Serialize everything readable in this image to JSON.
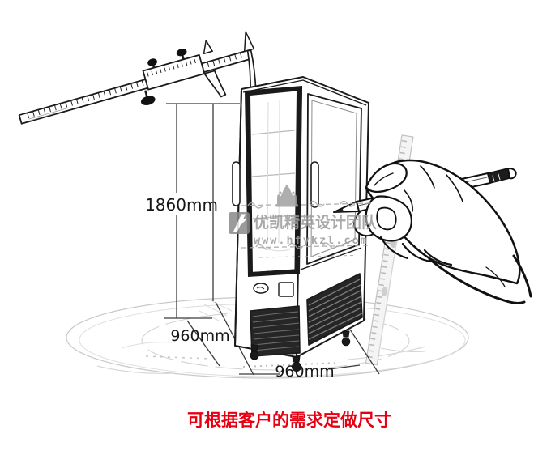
{
  "figure": {
    "dimension_labels": {
      "height": "1860mm",
      "depth": "960mm",
      "width": "960mm"
    },
    "watermark": {
      "brand_text": "优凯精英设计团队",
      "website": "www.hfykzl.com",
      "color": "#9b9b9b",
      "icons": [
        "crown-icon",
        "flourish-ornament-icon",
        "brand-logo-icon"
      ]
    },
    "caption": {
      "text": "可根据客户的需求定做尺寸",
      "color": "#e60012"
    },
    "illustration_parts": [
      "vernier-caliper-sketch",
      "glass-display-cabinet-sketch",
      "hand-holding-pencil-sketch",
      "ruler-sketch",
      "ground-ellipse-sketch"
    ],
    "colors": {
      "line_art": "#1a1a1a",
      "dimension_lines": "#3a3a3a",
      "sketch_gray": "#c9c9c9"
    }
  }
}
